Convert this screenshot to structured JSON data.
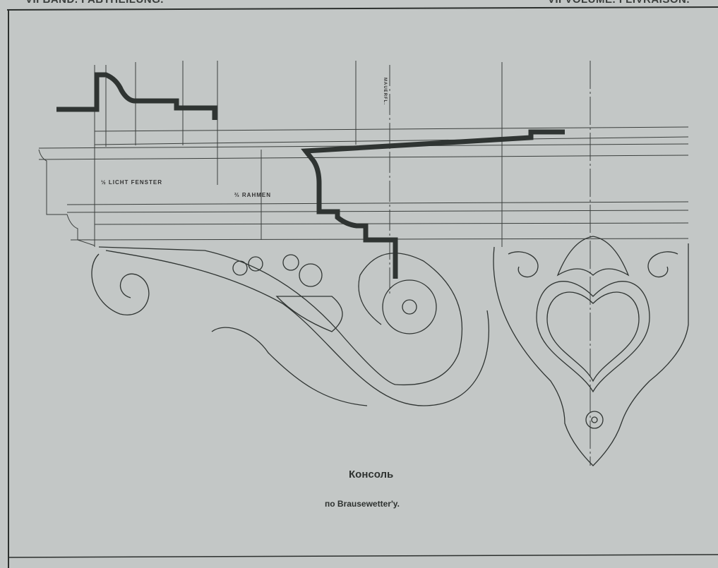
{
  "header": {
    "left": "VII BAND. I ABTHEILUNG.",
    "right": "VII VOLUME. I LIVRAISON."
  },
  "drawing": {
    "labels": {
      "licht_fenster": "½ LICHT FENSTER",
      "rahmen": "⅔ RAHMEN",
      "mauerflucht": "MAUERFL."
    }
  },
  "caption": {
    "title": "Консоль",
    "subtitle": "по Brausewetter'y."
  }
}
